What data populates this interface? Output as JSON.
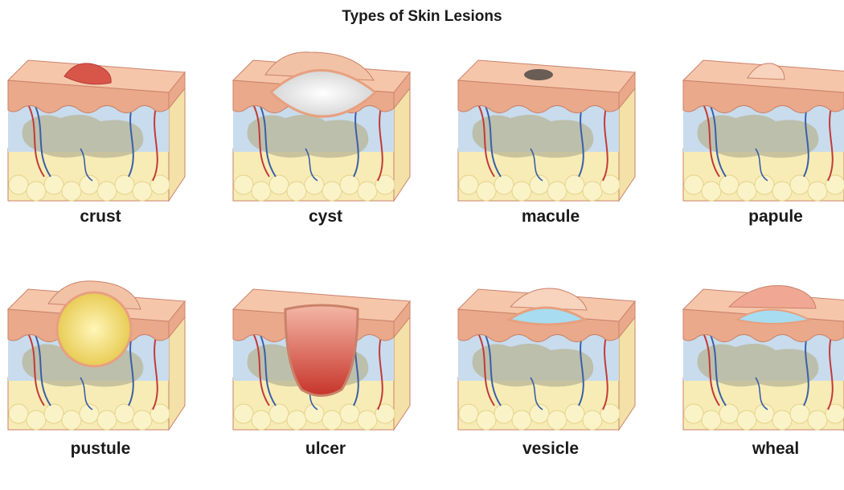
{
  "title": "Types of Skin Lesions",
  "lesions": [
    {
      "label": "crust",
      "kind": "crust"
    },
    {
      "label": "cyst",
      "kind": "cyst"
    },
    {
      "label": "macule",
      "kind": "macule"
    },
    {
      "label": "papule",
      "kind": "papule"
    },
    {
      "label": "pustule",
      "kind": "pustule"
    },
    {
      "label": "ulcer",
      "kind": "ulcer"
    },
    {
      "label": "vesicle",
      "kind": "vesicle"
    },
    {
      "label": "wheal",
      "kind": "wheal"
    }
  ],
  "colors": {
    "skin_top": "#f6c6aa",
    "skin_side": "#eaa98a",
    "skin_outline": "#c9826a",
    "dermis": "#c8dced",
    "fat": "#f7ecb5",
    "tissue": "#b8b596",
    "vein": "#3a5fa8",
    "artery": "#c23a3a"
  }
}
